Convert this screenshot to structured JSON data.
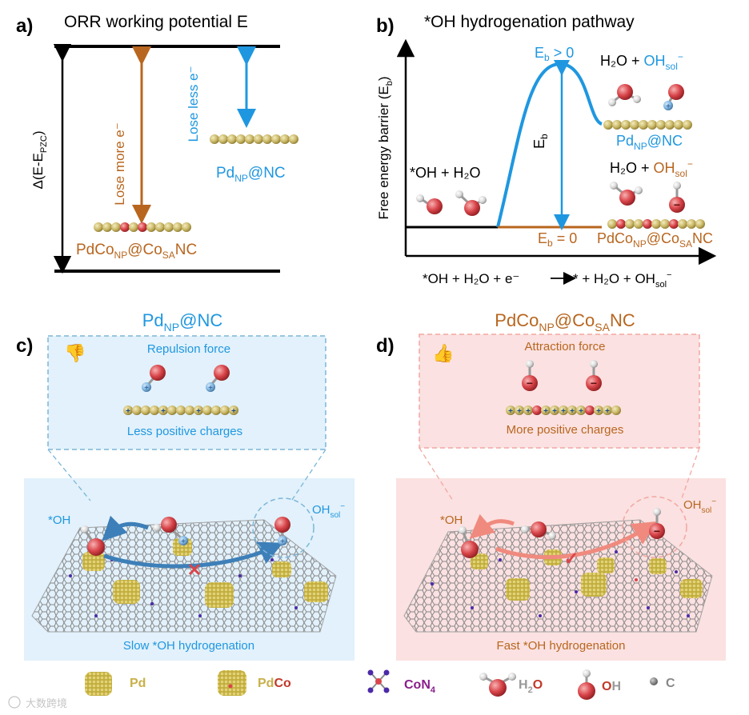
{
  "panel_a": {
    "letter": "a)",
    "title": "ORR working potential E",
    "y_axis_label": "Δ(E-E",
    "y_axis_sub": "PZC",
    "y_axis_close": ")",
    "lose_more": "Lose more e⁻",
    "lose_less": "Lose less e⁻",
    "pd_np_nc": {
      "main": "Pd",
      "sub": "NP",
      "tail": "@NC"
    },
    "pdco_label": {
      "a": "PdCo",
      "a_sub": "NP",
      "b": "@Co",
      "b_sub": "SA",
      "c": "NC"
    }
  },
  "panel_b": {
    "letter": "b)",
    "title": "*OH hydrogenation pathway",
    "y_axis_label": "Free energy barrier (E",
    "y_axis_sub": "b",
    "y_axis_close": ")",
    "eb_gt0": {
      "main": "E",
      "sub": "b",
      "tail": " > 0"
    },
    "eb_eq0": {
      "main": "E",
      "sub": "b",
      "tail": " = 0"
    },
    "eb_arrow": {
      "main": "E",
      "sub": "b"
    },
    "oh_h2o": "*OH + H₂O",
    "products_top": {
      "a": "H₂O + ",
      "b": "OH",
      "b_sub": "sol",
      "b_sup": "−"
    },
    "products_bottom": {
      "a": "H₂O + ",
      "b": "OH",
      "b_sub": "sol",
      "b_sup": "−"
    },
    "pd_np_nc": {
      "main": "Pd",
      "sub": "NP",
      "tail": "@NC"
    },
    "pdco_label": {
      "a": "PdCo",
      "a_sub": "NP",
      "b": "@Co",
      "b_sub": "SA",
      "c": "NC"
    },
    "reaction": {
      "a": "*OH + H₂O + e⁻",
      "b": " * + H₂O + OH",
      "sub": "sol",
      "sup": "−"
    }
  },
  "panel_c": {
    "letter": "c)",
    "heading": {
      "main": "Pd",
      "sub": "NP",
      "tail": "@NC"
    },
    "force": "Repulsion force",
    "charges": "Less positive charges",
    "oh_label": "*OH",
    "ohsol": {
      "main": "OH",
      "sub": "sol",
      "sup": "−"
    },
    "caption": "Slow *OH hydrogenation"
  },
  "panel_d": {
    "letter": "d)",
    "heading": {
      "a": "PdCo",
      "a_sub": "NP",
      "b": "@Co",
      "b_sub": "SA",
      "c": "NC"
    },
    "force": "Attraction force",
    "charges": "More positive charges",
    "oh_label": "*OH",
    "ohsol": {
      "main": "OH",
      "sub": "sol",
      "sup": "−"
    },
    "caption": "Fast *OH hydrogenation"
  },
  "legend": {
    "pd": "Pd",
    "pdco_a": "Pd",
    "pdco_b": "Co",
    "con4_a": "CoN",
    "con4_sub": "4",
    "h2o_a": "H",
    "h2o_sub": "2",
    "h2o_b": "O",
    "oh_a": "O",
    "oh_b": "H",
    "c": "C"
  },
  "watermark": "大数跨境",
  "colors": {
    "pd_blue": "#1f97e0",
    "pdco_orange": "#b8661f",
    "panel_c_bg": "#e2f1fb",
    "panel_d_bg": "#fbe1e1",
    "red_atom": "#d9454a",
    "gold_atom": "#cfbf72"
  }
}
